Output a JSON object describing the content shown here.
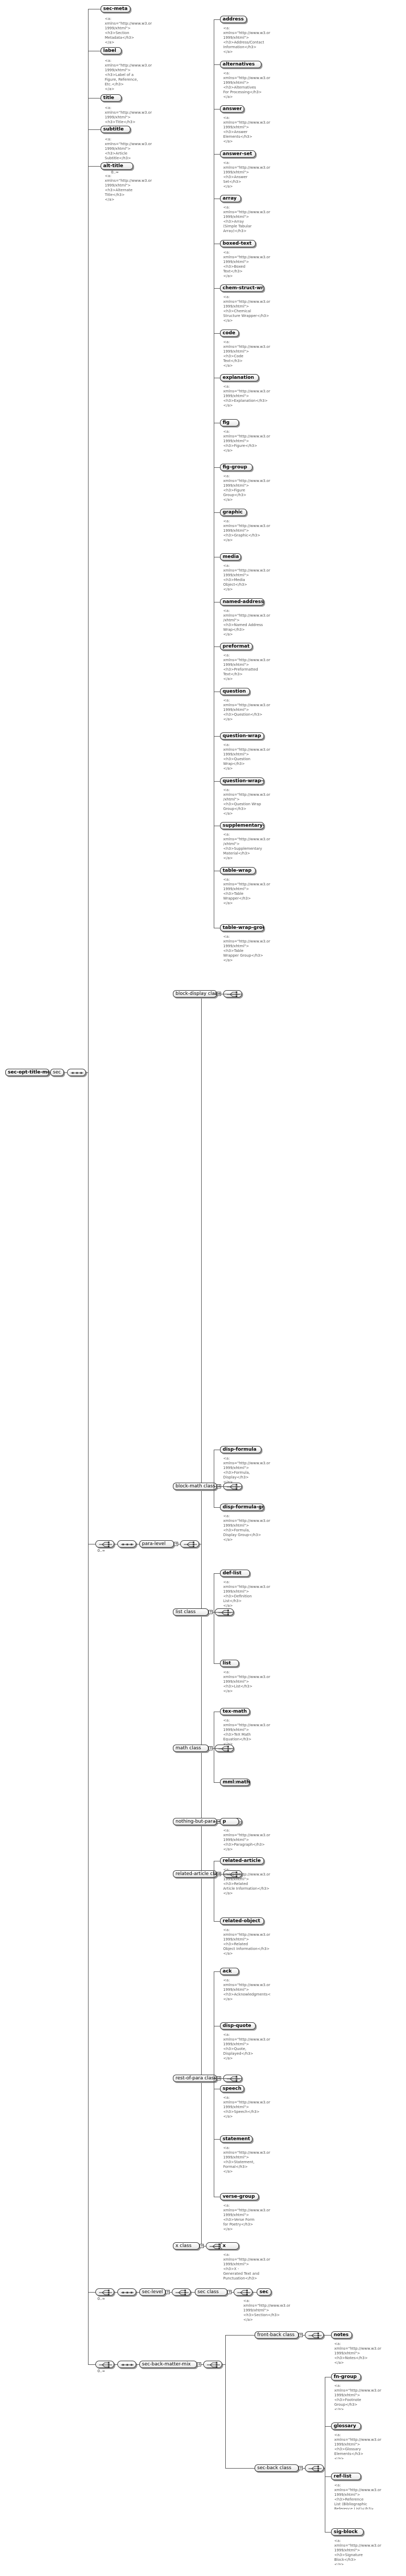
{
  "diagram": {
    "root": {
      "label": "sec-opt-title-model"
    },
    "seq_root": {
      "label": "sec"
    },
    "top_elements": [
      {
        "key": "sec-meta",
        "label": "sec-meta",
        "ann": "<a:\n xmlns=\"http://www.w3.org/\n1999/xhtml\">\n        <h3>Section\nMetadata</h3>\n</a>"
      },
      {
        "key": "label",
        "label": "label",
        "ann": "<a:\n xmlns=\"http://www.w3.org/\n1999/xhtml\">\n        <h3>Label of a\nFigure, Reference,\nEtc.</h3>\n</a>"
      },
      {
        "key": "title",
        "label": "title",
        "ann": "<a:\n xmlns=\"http://www.w3.org/\n1999/xhtml\">\n        <h3>Title</h3>\n</a>"
      },
      {
        "key": "subtitle",
        "label": "subtitle",
        "ann": "<a:\n xmlns=\"http://www.w3.org/\n1999/xhtml\">\n        <h3>Article\nSubtitle</h3>\n</a>"
      },
      {
        "key": "alt-title",
        "label": "alt-title",
        "card": "0..∞",
        "ann": "<a:\n xmlns=\"http://www.w3.org/\n1999/xhtml\">\n        <h3>Alternate\nTitle</h3>\n</a>"
      }
    ],
    "card_zero_inf": "0..∞",
    "groups": [
      {
        "key": "para-level",
        "label": "para-level"
      },
      {
        "key": "sec-level",
        "label": "sec-level"
      },
      {
        "key": "sec-back-matter-mix",
        "label": "sec-back-matter-mix"
      }
    ],
    "classes": [
      {
        "key": "block-display-class",
        "label": "block-display class"
      },
      {
        "key": "block-math-class",
        "label": "block-math class"
      },
      {
        "key": "list-class",
        "label": "list class"
      },
      {
        "key": "math-class",
        "label": "math class"
      },
      {
        "key": "nothing-but-para-class",
        "label": "nothing-but-para class"
      },
      {
        "key": "related-article-class",
        "label": "related-article class"
      },
      {
        "key": "rest-of-para-class",
        "label": "rest-of-para class"
      },
      {
        "key": "x-class",
        "label": "x class"
      },
      {
        "key": "sec-class",
        "label": "sec class"
      },
      {
        "key": "front-back-class",
        "label": "front-back class"
      },
      {
        "key": "sec-back-class",
        "label": "sec-back class"
      }
    ],
    "leaves": {
      "block-display-class": [
        {
          "label": "address",
          "ann": "<a:\n xmlns=\"http://www.w3.org/\n1999/xhtml\">\n    <h3>Address/Contact\nInformation</h3>\n</a>"
        },
        {
          "label": "alternatives",
          "ann": "<a:\n xmlns=\"http://www.w3.org/\n1999/xhtml\">\n    <h3>Alternatives\nFor Processing</h3>\n</a>"
        },
        {
          "label": "answer",
          "ann": "<a:\n xmlns=\"http://www.w3.org/\n1999/xhtml\">\n    <h3>Answer\nElements</h3>\n</a>"
        },
        {
          "label": "answer-set",
          "ann": "<a:\n xmlns=\"http://www.w3.org/\n1999/xhtml\">\n    <h3>Answer\nSet</h3>\n</a>"
        },
        {
          "label": "array",
          "ann": "<a:\n xmlns=\"http://www.w3.org/\n1999/xhtml\">\n    <h3>Array\n(Simple Tabular\nArray)</h3>\n</a>"
        },
        {
          "label": "boxed-text",
          "ann": "<a:\n xmlns=\"http://www.w3.org/\n1999/xhtml\">\n    <h3>Boxed\nText</h3>\n</a>"
        },
        {
          "label": "chem-struct-wrap",
          "ann": "<a:\n xmlns=\"http://www.w3.org/\n1999/xhtml\">\n    <h3>Chemical\nStructure Wrapper</h3>\n</a>"
        },
        {
          "label": "code",
          "ann": "<a:\n xmlns=\"http://www.w3.org/\n1999/xhtml\">\n    <h3>Code\nText</h3>\n</a>"
        },
        {
          "label": "explanation",
          "ann": "<a:\n xmlns=\"http://www.w3.org/\n1999/xhtml\">\n    <h3>Explanation</h3>\n</a>"
        },
        {
          "label": "fig",
          "ann": "<a:\n xmlns=\"http://www.w3.org/\n1999/xhtml\">\n    <h3>Figure</h3>\n</a>"
        },
        {
          "label": "fig-group",
          "ann": "<a:\n xmlns=\"http://www.w3.org/\n1999/xhtml\">\n    <h3>Figure\nGroup</h3>\n</a>"
        },
        {
          "label": "graphic",
          "ann": "<a:\n xmlns=\"http://www.w3.org/\n1999/xhtml\">\n    <h3>Graphic</h3>\n</a>"
        },
        {
          "label": "media",
          "ann": "<a:\n xmlns=\"http://www.w3.org/\n1999/xhtml\">\n    <h3>Media\nObject</h3>\n</a>"
        },
        {
          "label": "named-address-wrap",
          "ann": "<a:\n xmlns=\"http://www.w3.org/TR\n/xhtml\">\n    <h3>Named Address\nWrap</h3>\n</a>"
        },
        {
          "label": "preformat",
          "ann": "<a:\n xmlns=\"http://www.w3.org/\n1999/xhtml\">\n    <h3>Preformatted\nText</h3>\n</a>"
        },
        {
          "label": "question",
          "ann": "<a:\n xmlns=\"http://www.w3.org/\n1999/xhtml\">\n    <h3>Question</h3>\n</a>"
        },
        {
          "label": "question-wrap",
          "ann": "<a:\n xmlns=\"http://www.w3.org/\n1999/xhtml\">\n    <h3>Question\nWrap</h3>\n</a>"
        },
        {
          "label": "question-wrap-group",
          "ann": "<a:\n xmlns=\"http://www.w3.org/TR\n/xhtml\">\n    <h3>Question Wrap\nGroup</h3>\n</a>"
        },
        {
          "label": "supplementary-material",
          "ann": "<a:\n xmlns=\"http://www.w3.org/TR\n/xhtml\">\n    <h3>Supplementary\nMaterial</h3>\n</a>"
        },
        {
          "label": "table-wrap",
          "ann": "<a:\n xmlns=\"http://www.w3.org/\n1999/xhtml\">\n    <h3>Table\nWrapper</h3>\n</a>"
        },
        {
          "label": "table-wrap-group",
          "ann": "<a:\n xmlns=\"http://www.w3.org/\n1999/xhtml\">\n    <h3>Table\nWrapper Group</h3>\n</a>"
        }
      ],
      "block-math-class": [
        {
          "label": "disp-formula",
          "ann": "<a:\n xmlns=\"http://www.w3.org/\n1999/xhtml\">\n    <h3>Formula,\nDisplay</h3>\n</a>"
        },
        {
          "label": "disp-formula-group",
          "ann": "<a:\n xmlns=\"http://www.w3.org/\n1999/xhtml\">\n    <h3>Formula,\nDisplay Group</h3>\n</a>"
        }
      ],
      "list-class": [
        {
          "label": "def-list",
          "ann": "<a:\n xmlns=\"http://www.w3.org/\n1999/xhtml\">\n    <h3>Definition\nList</h3>\n</a>"
        },
        {
          "label": "list",
          "ann": "<a:\n xmlns=\"http://www.w3.org/\n1999/xhtml\">\n    <h3>List</h3>\n</a>"
        }
      ],
      "math-class": [
        {
          "label": "tex-math",
          "ann": "<a:\n xmlns=\"http://www.w3.org/\n1999/xhtml\">\n    <h3>TeX Math\nEquation</h3>\n</a>"
        },
        {
          "label": "mml:math",
          "ann": ""
        }
      ],
      "nothing-but-para-class": [
        {
          "label": "p",
          "ann": "<a:\n xmlns=\"http://www.w3.org/\n1999/xhtml\">\n    <h3>Paragraph</h3>\n</a>"
        }
      ],
      "related-article-class": [
        {
          "label": "related-article",
          "ann": "<a:\n xmlns=\"http://www.w3.org/\n1999/xhtml\">\n    <h3>Related\nArticle Information</h3>\n</a>"
        },
        {
          "label": "related-object",
          "ann": "<a:\n xmlns=\"http://www.w3.org/\n1999/xhtml\">\n    <h3>Related\nObject Information</h3>\n</a>"
        }
      ],
      "rest-of-para-class": [
        {
          "label": "ack",
          "ann": "<a:\n xmlns=\"http://www.w3.org/\n1999/xhtml\">\n    <h3>Acknowledgments</h3>\n</a>"
        },
        {
          "label": "disp-quote",
          "ann": "<a:\n xmlns=\"http://www.w3.org/\n1999/xhtml\">\n    <h3>Quote,\nDisplayed</h3>\n</a>"
        },
        {
          "label": "speech",
          "ann": "<a:\n xmlns=\"http://www.w3.org/\n1999/xhtml\">\n    <h3>Speech</h3>\n</a>"
        },
        {
          "label": "statement",
          "ann": "<a:\n xmlns=\"http://www.w3.org/\n1999/xhtml\">\n    <h3>Statement,\nFormal</h3>\n</a>"
        },
        {
          "label": "verse-group",
          "ann": "<a:\n xmlns=\"http://www.w3.org/\n1999/xhtml\">\n    <h3>Verse Form\nfor Poetry</h3>\n</a>"
        }
      ],
      "x-class": [
        {
          "label": "x",
          "ann": "<a:\n xmlns=\"http://www.w3.org/\n1999/xhtml\">\n    <h3>X -\nGenerated Text and\nPunctuation</h3>\n</a>"
        }
      ],
      "sec-class": [
        {
          "label": "sec",
          "ann": "<a:\n xmlns=\"http://www.w3.org/\n1999/xhtml\">\n    <h3>Section</h3>\n</a>"
        }
      ],
      "front-back-class": [
        {
          "label": "notes",
          "ann": "<a:\n xmlns=\"http://www.w3.org/\n1999/xhtml\">\n    <h3>Notes</h3>\n</a>"
        }
      ],
      "sec-back-class": [
        {
          "label": "fn-group",
          "ann": "<a:\n xmlns=\"http://www.w3.org/\n1999/xhtml\">\n    <h3>Footnote\nGroup</h3>\n</a>"
        },
        {
          "label": "glossary",
          "ann": "<a:\n xmlns=\"http://www.w3.org/\n1999/xhtml\">\n    <h3>Glossary\nElements</h3>\n</a>"
        },
        {
          "label": "ref-list",
          "ann": "<a:\n xmlns=\"http://www.w3.org/\n1999/xhtml\">\n    <h3>Reference\nList (Bibliographic\nReference List)</h3>\n</a>"
        },
        {
          "label": "sig-block",
          "ann": "<a:\n xmlns=\"http://www.w3.org/\n1999/xhtml\">\n    <h3>Signature\nBlock</h3>\n</a>"
        }
      ]
    }
  }
}
